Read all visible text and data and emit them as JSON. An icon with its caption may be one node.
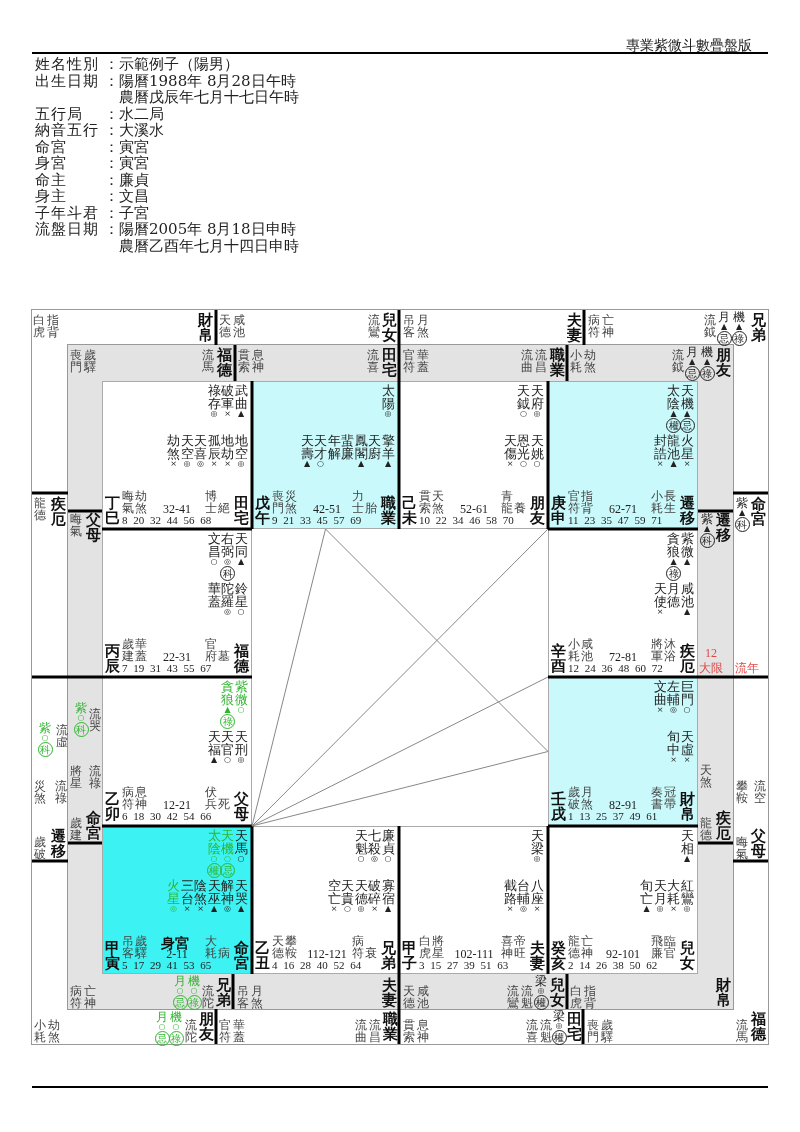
{
  "diagram": {
    "nodes": [
      {
        "text": [
          "白虎",
          "指背",
          "財帛",
          "天德",
          "咸池",
          "流鸞",
          "兒女",
          "吊客",
          "月煞",
          "夫妻",
          "病符",
          "亡神",
          "流鉞",
          "月▲忌",
          "機▲祿",
          "兄弟",
          "龍德",
          "疾厄",
          "紫○科",
          "流虛",
          "災煞",
          "流祿",
          "歲破",
          "遷移",
          "紫▲科",
          "命宮",
          "流年",
          "攀鞍",
          "流空",
          "晦氣",
          "父母",
          "小耗",
          "劫煞",
          "月○忌",
          "機○祿",
          "流陀",
          "朋友",
          "官符",
          "華蓋",
          "流曲",
          "流昌",
          "職業",
          "貫索",
          "息神",
          "流喜",
          "流魁",
          "梁◎權",
          "田宅",
          "喪門",
          "歲驛",
          "流馬",
          "福德"
        ]
      },
      {
        "text": [
          "喪門",
          "歲驛",
          "流馬",
          "福德",
          "貫索",
          "息神",
          "流喜",
          "田宅",
          "官符",
          "華蓋",
          "流曲",
          "流昌",
          "職業",
          "小耗",
          "劫煞",
          "流鉞",
          "月▲忌",
          "機▲祿",
          "朋友",
          "晦氣",
          "父母",
          "紫○科",
          "流哭",
          "將星",
          "流祿",
          "歲建",
          "命宮",
          "紫▲科",
          "遷移",
          "12",
          "大限",
          "天煞",
          "龍德",
          "疾厄",
          "病符",
          "亡神",
          "月○忌",
          "機○祿",
          "流陀",
          "兄弟",
          "吊客",
          "月煞",
          "夫妻",
          "天德",
          "咸池",
          "流鸞",
          "流魁",
          "梁◎權",
          "兒女",
          "白虎",
          "指背",
          "財帛"
        ],
        "in": 0
      },
      {
        "text": [
          "祿存◎",
          "破軍×",
          "武曲▲",
          "劫煞×",
          "天空◎",
          "天喜◎",
          "孤辰×",
          "地劫×",
          "地空◎",
          "丁巳",
          "晦氣",
          "劫煞",
          "32-41",
          "8 20 32 44 56 68",
          "博士",
          "絕",
          "田宅"
        ],
        "in": 1
      },
      {
        "text": [
          "太陽◎",
          "天壽▲",
          "天才○",
          "年解",
          "蜚廉",
          "鳳閣▲",
          "天廚",
          "擎羊▲",
          "戊午",
          "喪門",
          "災煞",
          "42-51",
          "9 21 33 45 57 69",
          "力士",
          "胎",
          "職業"
        ],
        "in": 1
      },
      {
        "text": [
          "天鉞○",
          "天府◎",
          "天傷×",
          "恩光○",
          "天姚○",
          "己未",
          "貫索",
          "天煞",
          "52-61",
          "10 22 34 46 58 70",
          "青龍",
          "養",
          "朋友"
        ],
        "in": 1
      },
      {
        "text": [
          "太陰▲權",
          "天機▲忌",
          "封誥×",
          "龍池▲",
          "火星×",
          "庚申",
          "官符",
          "指背",
          "62-71",
          "11 23 35 47 59 71",
          "小耗",
          "長生",
          "遷移"
        ],
        "in": 1
      },
      {
        "text": [
          "文昌○",
          "右弼◎科",
          "天同▲",
          "華蓋",
          "陀羅◎",
          "鈴星○",
          "丙辰",
          "歲建",
          "華蓋",
          "22-31",
          "7 19 31 43 55 67",
          "官府",
          "墓",
          "福德"
        ],
        "in": 1
      },
      {
        "text": [
          "貪狼▲祿",
          "紫微▲",
          "天使×",
          "月德",
          "咸池▲",
          "辛酉",
          "小耗",
          "咸池",
          "72-81",
          "12 24 36 48 60 72",
          "將軍",
          "沐浴",
          "疾厄"
        ],
        "in": 1
      },
      {
        "text": [
          "貪狼▲祿",
          "紫微○",
          "天福▲",
          "天官○",
          "天刑◎",
          "乙卯",
          "病符",
          "息神",
          "12-21",
          "6 18 30 42 54 66",
          "伏兵",
          "死",
          "父母"
        ],
        "in": 1
      },
      {
        "text": [
          "文曲×",
          "左輔◎",
          "巨門○",
          "旬中×",
          "天虛×",
          "壬戌",
          "歲破",
          "月煞",
          "82-91",
          "1 13 25 37 49 61",
          "奏書",
          "冠帶",
          "財帛"
        ],
        "in": 1
      },
      {
        "text": [
          "太陰○權",
          "天機○忌",
          "天馬○",
          "火星◎",
          "三台×",
          "陰煞×",
          "天巫▲",
          "解神◎",
          "天哭▲",
          "甲寅",
          "吊客",
          "歲驛",
          "身宮",
          "2-11",
          "5 17 29 41 53 65",
          "大耗",
          "病",
          "命宮"
        ],
        "in": 1
      },
      {
        "text": [
          "天魁○",
          "七殺◎",
          "廉貞○",
          "空亡×",
          "天貴○",
          "天德◎",
          "破碎×",
          "寡宿▲",
          "乙丑",
          "天德",
          "攀鞍",
          "112-121",
          "4 16 28 40 52 64",
          "病符",
          "衰",
          "兄弟"
        ],
        "in": 1
      },
      {
        "text": [
          "天梁◎",
          "截路×",
          "台輔◎",
          "八座×",
          "甲子",
          "白虎",
          "將星",
          "102-111",
          "3 15 27 39 51 63",
          "喜神",
          "帝旺",
          "夫妻"
        ],
        "in": 1
      },
      {
        "text": [
          "天相▲",
          "旬亡▲",
          "天月◎",
          "大耗×",
          "紅鸞◎",
          "癸亥",
          "龍德",
          "亡神",
          "92-101",
          "2 14 26 38 50 62",
          "飛廉",
          "臨官",
          "兒女"
        ],
        "in": 1
      }
    ],
    "edges": [
      {
        "from": 10,
        "to": 3,
        "arrow": "none"
      },
      {
        "from": 10,
        "to": 5,
        "arrow": "none"
      },
      {
        "from": 10,
        "to": 7,
        "arrow": "none"
      },
      {
        "from": 10,
        "to": 9,
        "arrow": "none"
      },
      {
        "from": 3,
        "to": 9,
        "arrow": "none"
      }
    ],
    "labels": [
      "專業紫微斗數疊盤版",
      "姓名性別",
      "：示範例子（陽男）",
      "出生日期",
      "：陽曆1988年 8月28日午時",
      "農曆戊辰年七月十七日午時",
      "五行局",
      "：水二局",
      "納音五行",
      "：大溪水",
      "命宮",
      "：寅宮",
      "身宮",
      "：寅宮",
      "命主",
      "：廉貞",
      "身主",
      "：文昌",
      "子年斗君",
      "：子宮",
      "流盤日期",
      "：陽曆2005年 8月18日申時",
      "農曆乙酉年七月十四日申時"
    ]
  }
}
